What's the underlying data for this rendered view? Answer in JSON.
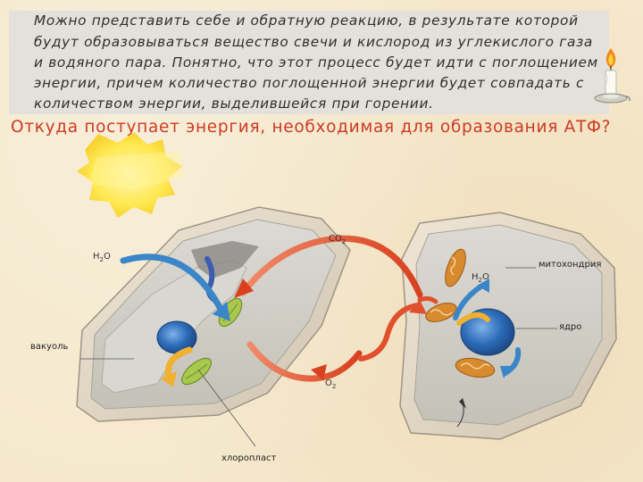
{
  "intro_lines": [
    "Можно представить себе и обратную реакцию, в результате которой",
    "будут  образовываться  вещество свечи и кислород из углекислого газа",
    "и водяного пара. Понятно, что этот процесс будет идти с поглощением",
    "энергии,  причем количество  поглощенной энергии  будет совпадать с",
    "количеством энергии, выделившейся при горении."
  ],
  "question": "Откуда поступает энергия, необходимая для образования АТФ?",
  "labels": {
    "h2o_left": "H",
    "h2o_left_sub": "2",
    "h2o_left_o": "O",
    "co2": "CO",
    "co2_sub": "2",
    "o2": "O",
    "o2_sub": "2",
    "h2o_right": "H",
    "h2o_right_sub": "2",
    "h2o_right_o": "O",
    "mitochondria": "митохондрия",
    "nucleus": "ядро",
    "vacuole": "вакуоль",
    "chloroplast": "хлоропласт"
  },
  "colors": {
    "sun": "#ffe84a",
    "arrow_red": "#e0502c",
    "arrow_blue": "#3b86c8",
    "arrow_yellow": "#f0b030",
    "chloroplast": "#a8c84e",
    "nucleus": "#2d6cb8",
    "mitochondria": "#d88a2e",
    "question": "#cc3a24",
    "intro_box": "#e4e1dc"
  }
}
